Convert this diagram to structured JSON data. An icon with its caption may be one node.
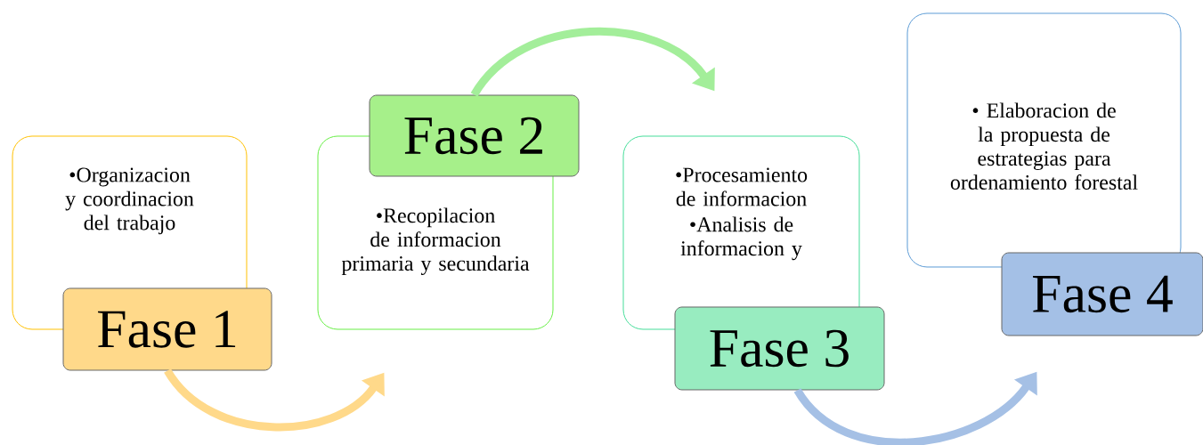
{
  "diagram": {
    "nodes": [
      {
        "text": [
          "•Organizacion y coordinacion del trabajo"
        ]
      },
      {
        "text": [
          "Fase 1"
        ]
      },
      {
        "text": [
          "•Recopilacion de informacion primaria y secundaria"
        ]
      },
      {
        "text": [
          "Fase 2"
        ]
      },
      {
        "text": [
          "•Procesamiento de informacion",
          "•Analisis de informacion y"
        ]
      },
      {
        "text": [
          "Fase 3"
        ]
      },
      {
        "text": [
          "• Elaboracion de la propuesta de estrategias para ordenamiento forestal"
        ]
      },
      {
        "text": [
          "Fase 4"
        ]
      }
    ],
    "edges": [
      {
        "from": 1,
        "to": 2,
        "arrow": "to",
        "color": "#ffd98a"
      },
      {
        "from": 3,
        "to": 4,
        "arrow": "to",
        "color": "#a3ee9a"
      },
      {
        "from": 5,
        "to": 7,
        "arrow": "to",
        "color": "#a5c0e5"
      }
    ]
  }
}
